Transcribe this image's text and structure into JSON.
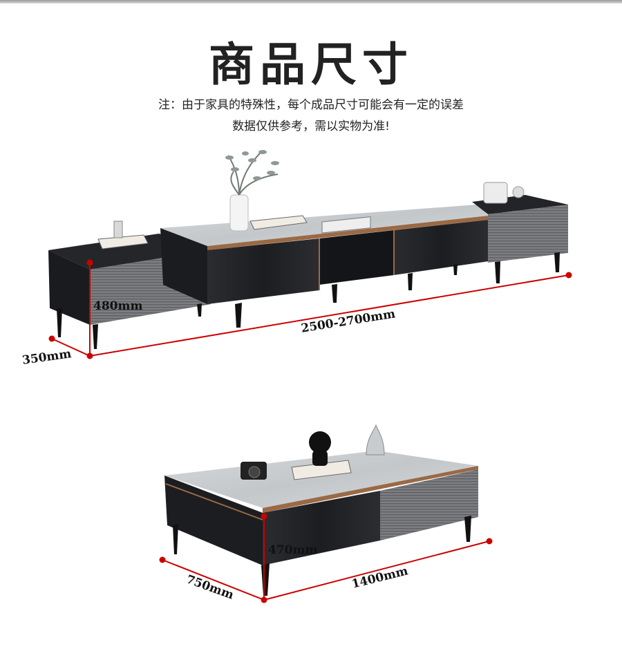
{
  "header": {
    "title": "商品尺寸",
    "note_line1": "注：由于家具的特殊性，每个成品尺寸可能会有一定的误差",
    "note_line2": "数据仅供参考，需以实物为准!"
  },
  "tv_cabinet": {
    "height_label": "480mm",
    "length_label": "2500-2700mm",
    "depth_label": "350mm"
  },
  "coffee_table": {
    "height_label": "470mm",
    "length_label": "1400mm",
    "depth_label": "750mm"
  },
  "colors": {
    "dimension_line": "#cc0000",
    "cabinet_dark": "#1f2024",
    "cabinet_grey": "#7a7c80",
    "marble_top": "#c9ccce",
    "bronze_trim": "#9a6a45"
  }
}
